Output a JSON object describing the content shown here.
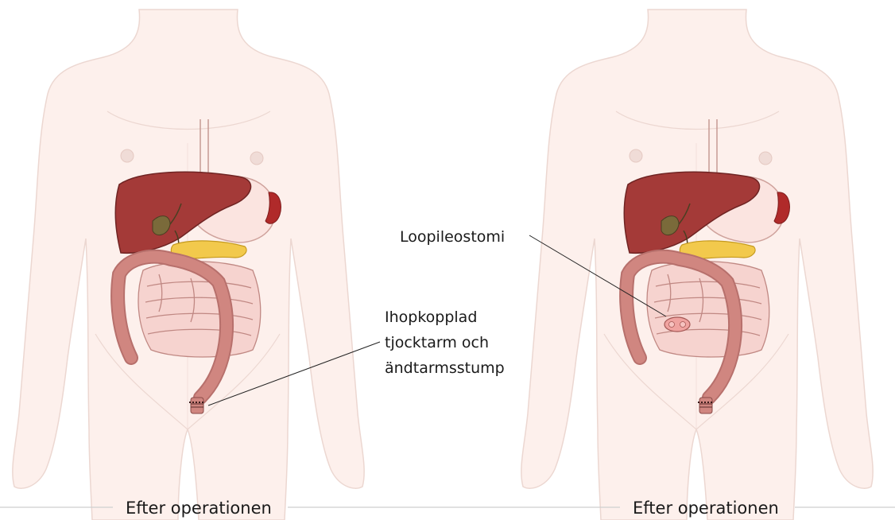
{
  "captions": {
    "left": "Efter operationen",
    "right": "Efter operationen"
  },
  "labels": {
    "loopileostomi": "Loopileostomi",
    "anastomosis_line1": "Ihopkopplad",
    "anastomosis_line2": "tjocktarm och",
    "anastomosis_line3": "ändtarmsstump"
  },
  "colors": {
    "skin": "#fdf0ec",
    "skin_outline": "#ecd7d1",
    "liver": "#a43a38",
    "spleen": "#b02a2a",
    "pancreas": "#f2c94c",
    "intestine": "#e8b0aa",
    "intestine_outline": "#b7706c",
    "colon": "#d08680",
    "stoma": "#f0a3a0"
  }
}
